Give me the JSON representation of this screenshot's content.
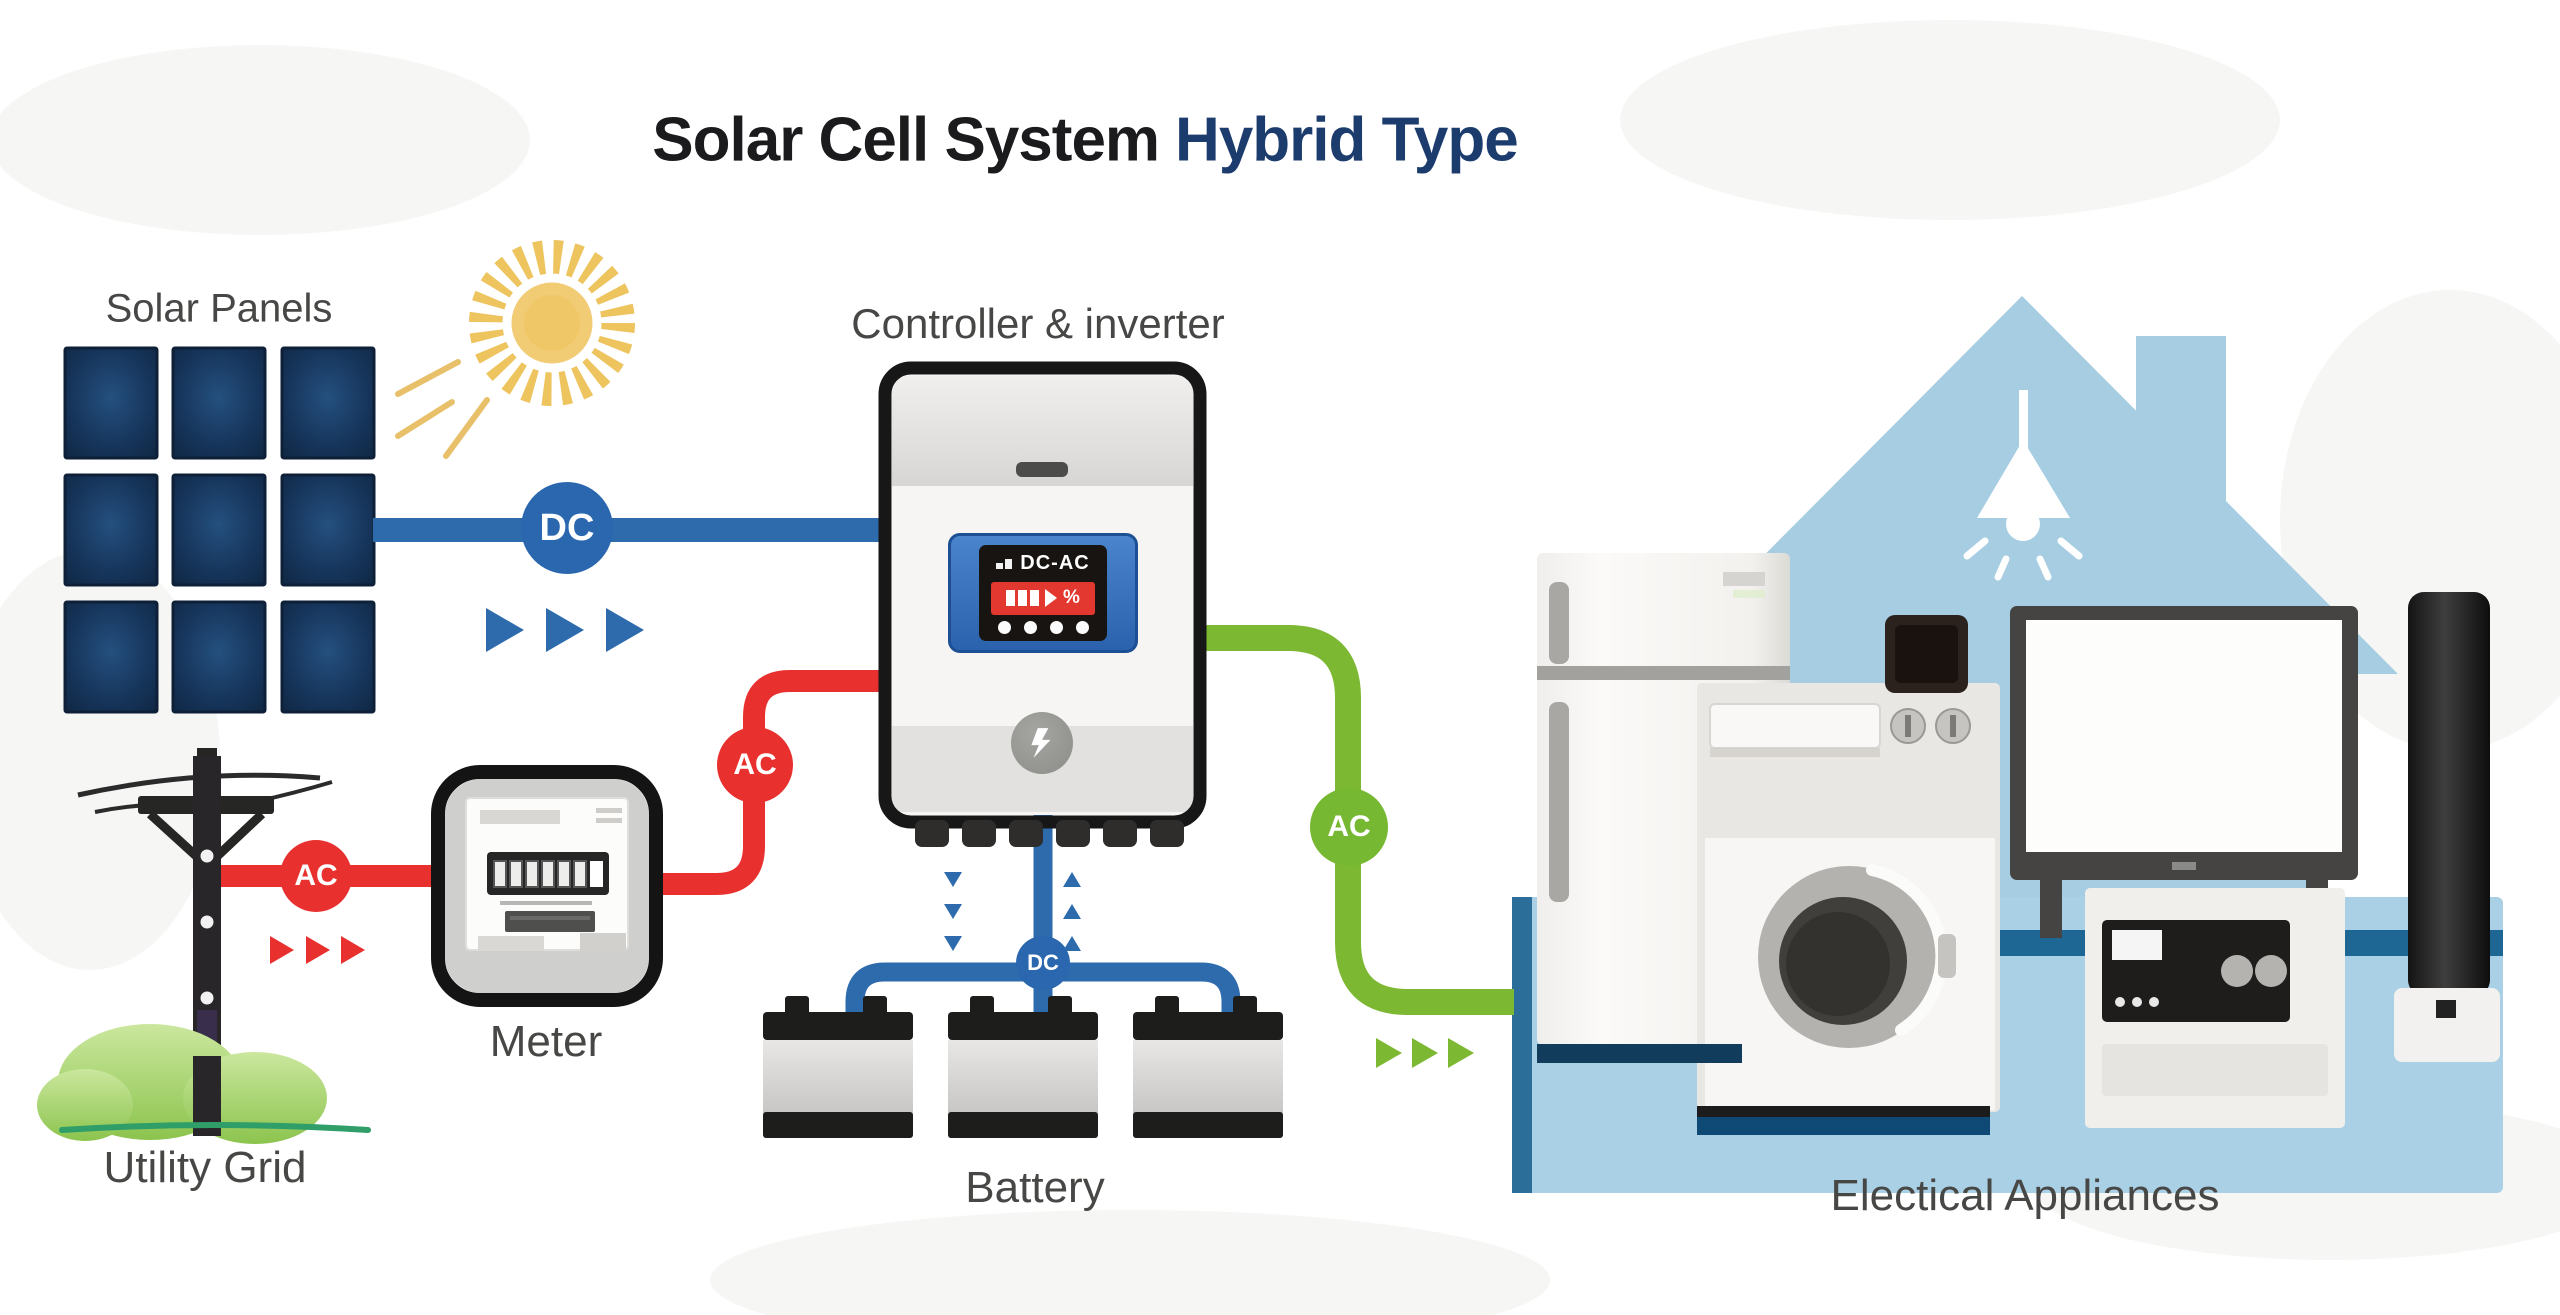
{
  "title": {
    "part1": "Solar Cell System",
    "part2": "Hybrid Type"
  },
  "labels": {
    "solar_panels": "Solar Panels",
    "controller": "Controller & inverter",
    "utility_grid": "Utility Grid",
    "meter": "Meter",
    "battery": "Battery",
    "appliances": "Electical Appliances"
  },
  "badges": {
    "dc_main": "DC",
    "ac_grid": "AC",
    "ac_inverter": "AC",
    "ac_output": "AC",
    "dc_battery": "DC"
  },
  "controller_screen": {
    "mode": "DC-AC",
    "percent": "%"
  },
  "colors": {
    "dc_blue": "#2e6bad",
    "ac_red": "#e8312f",
    "ac_green": "#76b832",
    "panel_navy": "#17365c",
    "house_blue": "#a6cde2",
    "platform_blue": "#aad0e6",
    "platform_edge": "#1e6795",
    "title_navy": "#1d3c6e",
    "title_black": "#1b1b1d",
    "label_gray": "#474745",
    "sun_yellow": "#edc45e"
  },
  "icons": {
    "sun": "sun-icon",
    "power_pole": "power-pole-icon",
    "bush": "bush-icon",
    "pendant_lamp": "pendant-lamp-icon",
    "power_bolt": "power-bolt-icon",
    "signal": "signal-icon",
    "battery_gauge": "battery-gauge-icon",
    "fridge": "fridge-icon",
    "washing_machine": "washing-machine-icon",
    "microwave": "microwave-icon",
    "tv": "tv-icon",
    "audio_system": "audio-system-icon",
    "speaker": "speaker-icon",
    "house": "house-icon",
    "flow_arrows": "flow-arrows-icon"
  }
}
